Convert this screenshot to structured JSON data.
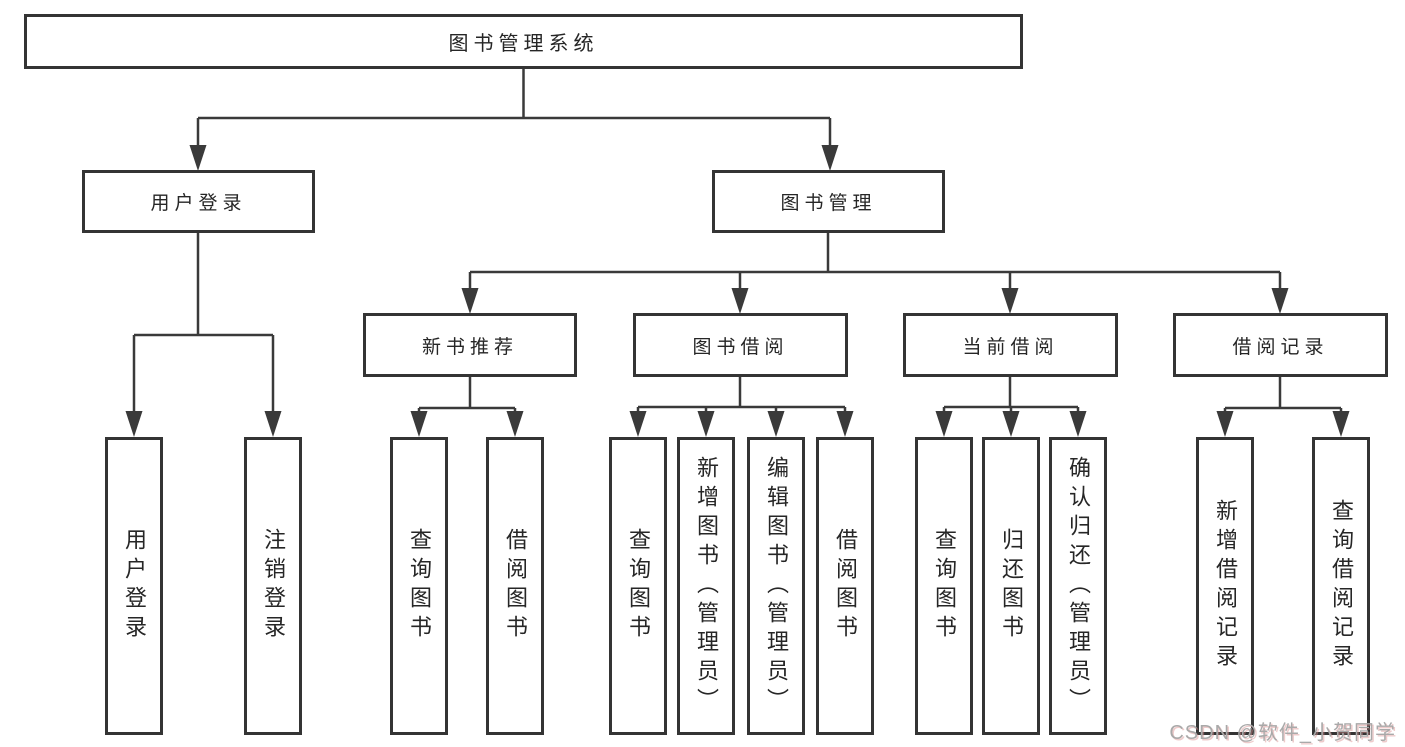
{
  "diagram": {
    "root": {
      "label": "图书管理系统"
    },
    "branches": [
      {
        "label": "用户登录",
        "children": [
          {
            "label": "用户登录"
          },
          {
            "label": "注销登录"
          }
        ]
      },
      {
        "label": "图书管理",
        "children": [
          {
            "label": "新书推荐",
            "children": [
              {
                "label": "查询图书"
              },
              {
                "label": "借阅图书"
              }
            ]
          },
          {
            "label": "图书借阅",
            "children": [
              {
                "label": "查询图书"
              },
              {
                "label": "新增图书（管理员）"
              },
              {
                "label": "编辑图书（管理员）"
              },
              {
                "label": "借阅图书"
              }
            ]
          },
          {
            "label": "当前借阅",
            "children": [
              {
                "label": "查询图书"
              },
              {
                "label": "归还图书"
              },
              {
                "label": "确认归还（管理员）"
              }
            ]
          },
          {
            "label": "借阅记录",
            "children": [
              {
                "label": "新增借阅记录"
              },
              {
                "label": "查询借阅记录"
              }
            ]
          }
        ]
      }
    ],
    "watermark": "CSDN @软件_小贺同学",
    "colors": {
      "line": "#3a3a3a",
      "box_border": "#343434",
      "text": "#262626",
      "background": "#ffffff",
      "watermark_text": "#a9a9a9",
      "watermark_shadow": "#d98c8c"
    }
  }
}
